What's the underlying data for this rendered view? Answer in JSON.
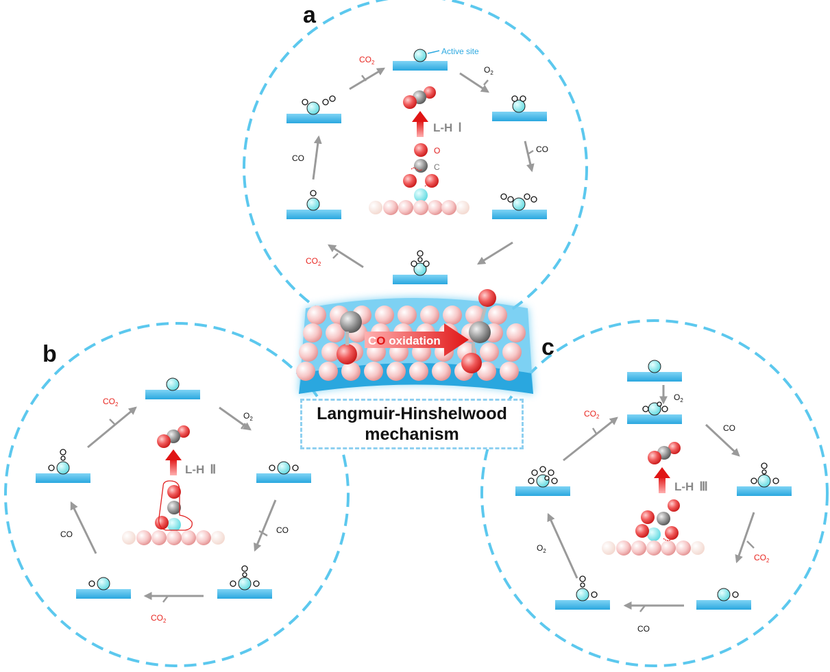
{
  "panels": {
    "a": {
      "letter": "a",
      "mechanism": "L-H",
      "numeral": "Ⅰ",
      "active_site_label": "Active site",
      "atom_labels": {
        "oxygen": "O",
        "carbon": "C"
      }
    },
    "b": {
      "letter": "b",
      "mechanism": "L-H",
      "numeral": "Ⅱ"
    },
    "c": {
      "letter": "c",
      "mechanism": "L-H",
      "numeral": "Ⅲ"
    }
  },
  "species": {
    "co": "CO",
    "co2": "CO",
    "o2": "O",
    "subscript": "2"
  },
  "center": {
    "reaction_prefix": "C",
    "reaction_o": "O",
    "reaction_rest": " oxidation",
    "title_line1": "Langmuir-Hinshelwood",
    "title_line2": "mechanism"
  },
  "colors": {
    "circle": "#5cc8ee",
    "surface": "#39b4e6",
    "site": "#8ff0f0",
    "co2_red": "#e8251f",
    "arrow": "#9a9a9a",
    "arrow_red": "#e02020",
    "atom_red": "#f05050",
    "carbon_gray": "#8a8a8a"
  }
}
